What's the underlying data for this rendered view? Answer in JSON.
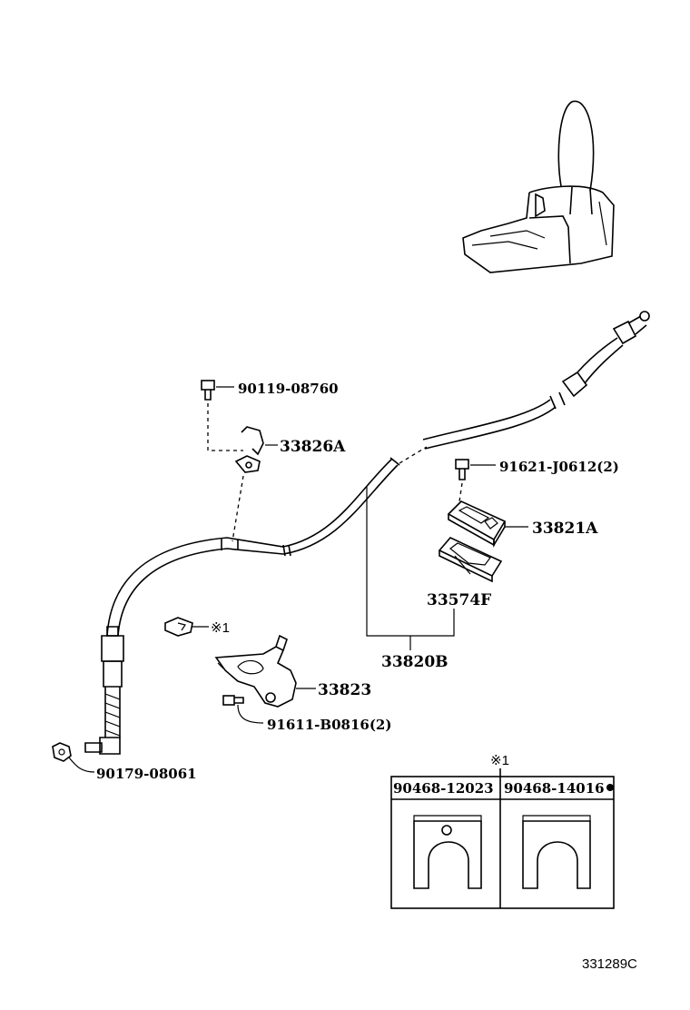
{
  "parts": {
    "bolt_top": "90119-08760",
    "clamp": "33826A",
    "bolt_right": "91621-J0612(2)",
    "retainer": "33821A",
    "plate": "33574F",
    "cable_assy": "33820B",
    "bracket": "33823",
    "bolt_bracket": "91611-B0816(2)",
    "nut_end": "90179-08061",
    "clip_mark": "※1"
  },
  "inset": {
    "ref_mark": "※1",
    "col1_part": "90468-12023",
    "col2_part": "90468-14016"
  },
  "diagram_code": "331289C"
}
